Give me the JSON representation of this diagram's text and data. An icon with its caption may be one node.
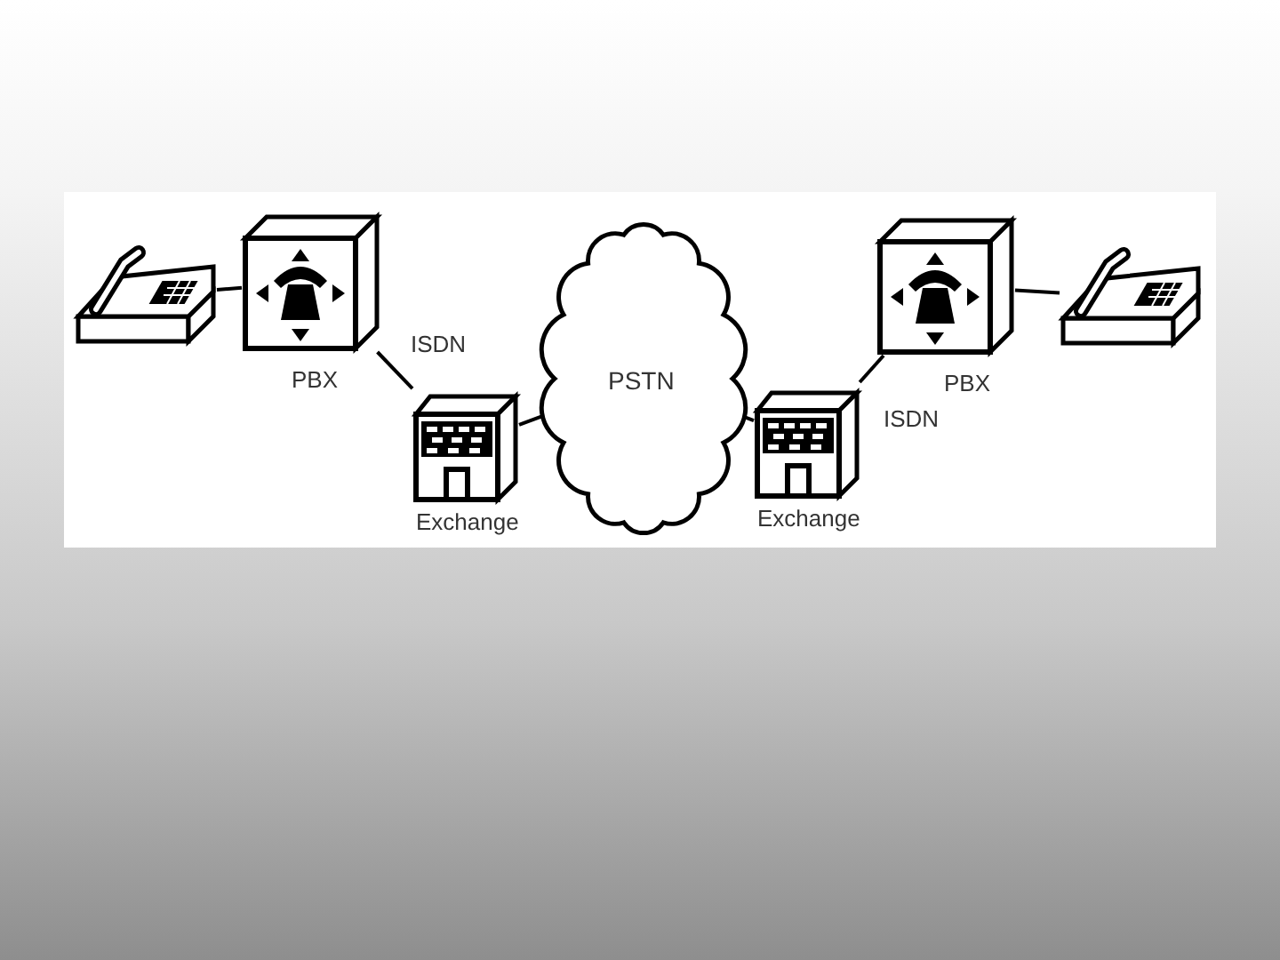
{
  "diagram": {
    "nodes": [
      {
        "text": [],
        "shape": "picture"
      },
      {
        "text": [],
        "shape": "picture",
        "beside": [
          "PBX"
        ]
      },
      {
        "text": [],
        "shape": "picture",
        "beside": [
          "Exchange"
        ]
      },
      {
        "text": [
          "PSTN"
        ]
      },
      {
        "text": [],
        "shape": "picture",
        "beside": [
          "Exchange"
        ]
      },
      {
        "text": [],
        "shape": "picture",
        "beside": [
          "PBX"
        ]
      },
      {
        "text": [],
        "shape": "picture"
      }
    ],
    "edges": [
      {
        "from": 0,
        "to": 1,
        "arrow": "none"
      },
      {
        "from": 1,
        "to": 2,
        "arrow": "none",
        "label": "ISDN"
      },
      {
        "from": 2,
        "to": 3,
        "arrow": "none"
      },
      {
        "from": 3,
        "to": 4,
        "arrow": "none"
      },
      {
        "from": 4,
        "to": 5,
        "arrow": "none",
        "label": "ISDN"
      },
      {
        "from": 5,
        "to": 6,
        "arrow": "none"
      }
    ]
  }
}
